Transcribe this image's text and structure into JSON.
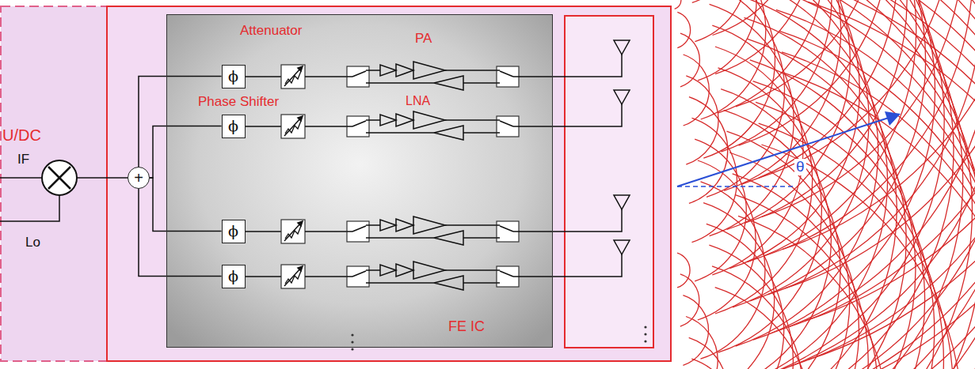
{
  "diagram": {
    "nodes": [
      {
        "text": [
          "+"
        ]
      },
      {
        "text": [
          "FE IC"
        ]
      },
      {
        "text": [
          "ϕ"
        ],
        "in": 1
      },
      {
        "text": [
          "ϕ"
        ],
        "in": 1
      },
      {
        "text": [
          "ϕ"
        ],
        "in": 1
      },
      {
        "text": [
          "ϕ"
        ],
        "in": 1
      }
    ],
    "edges": [
      {
        "from": 0,
        "to": 2,
        "arrow": "none"
      },
      {
        "from": 0,
        "to": 3,
        "arrow": "none"
      },
      {
        "from": 0,
        "to": 4,
        "arrow": "none"
      },
      {
        "from": 0,
        "to": 5,
        "arrow": "none"
      }
    ],
    "labels": [
      "U/DC",
      "IF",
      "Lo",
      "Attenuator",
      "PA",
      "Phase Shifter",
      "LNA",
      "θ"
    ]
  }
}
